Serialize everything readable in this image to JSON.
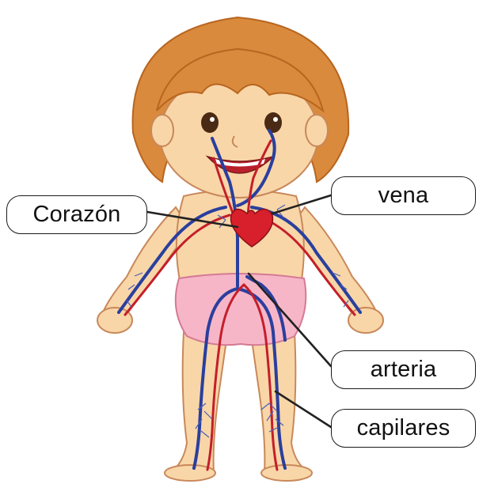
{
  "labels": {
    "corazon": "Corazón",
    "vena": "vena",
    "arteria": "arteria",
    "capilares": "capilares"
  },
  "colors": {
    "skin": "#f8d6a8",
    "skin_outline": "#c9885a",
    "hair": "#d98a3c",
    "hair_dark": "#b8651f",
    "diaper": "#f7b6c8",
    "vein_blue": "#2a3f9e",
    "artery_red": "#c41e2a",
    "heart": "#d8202c"
  }
}
